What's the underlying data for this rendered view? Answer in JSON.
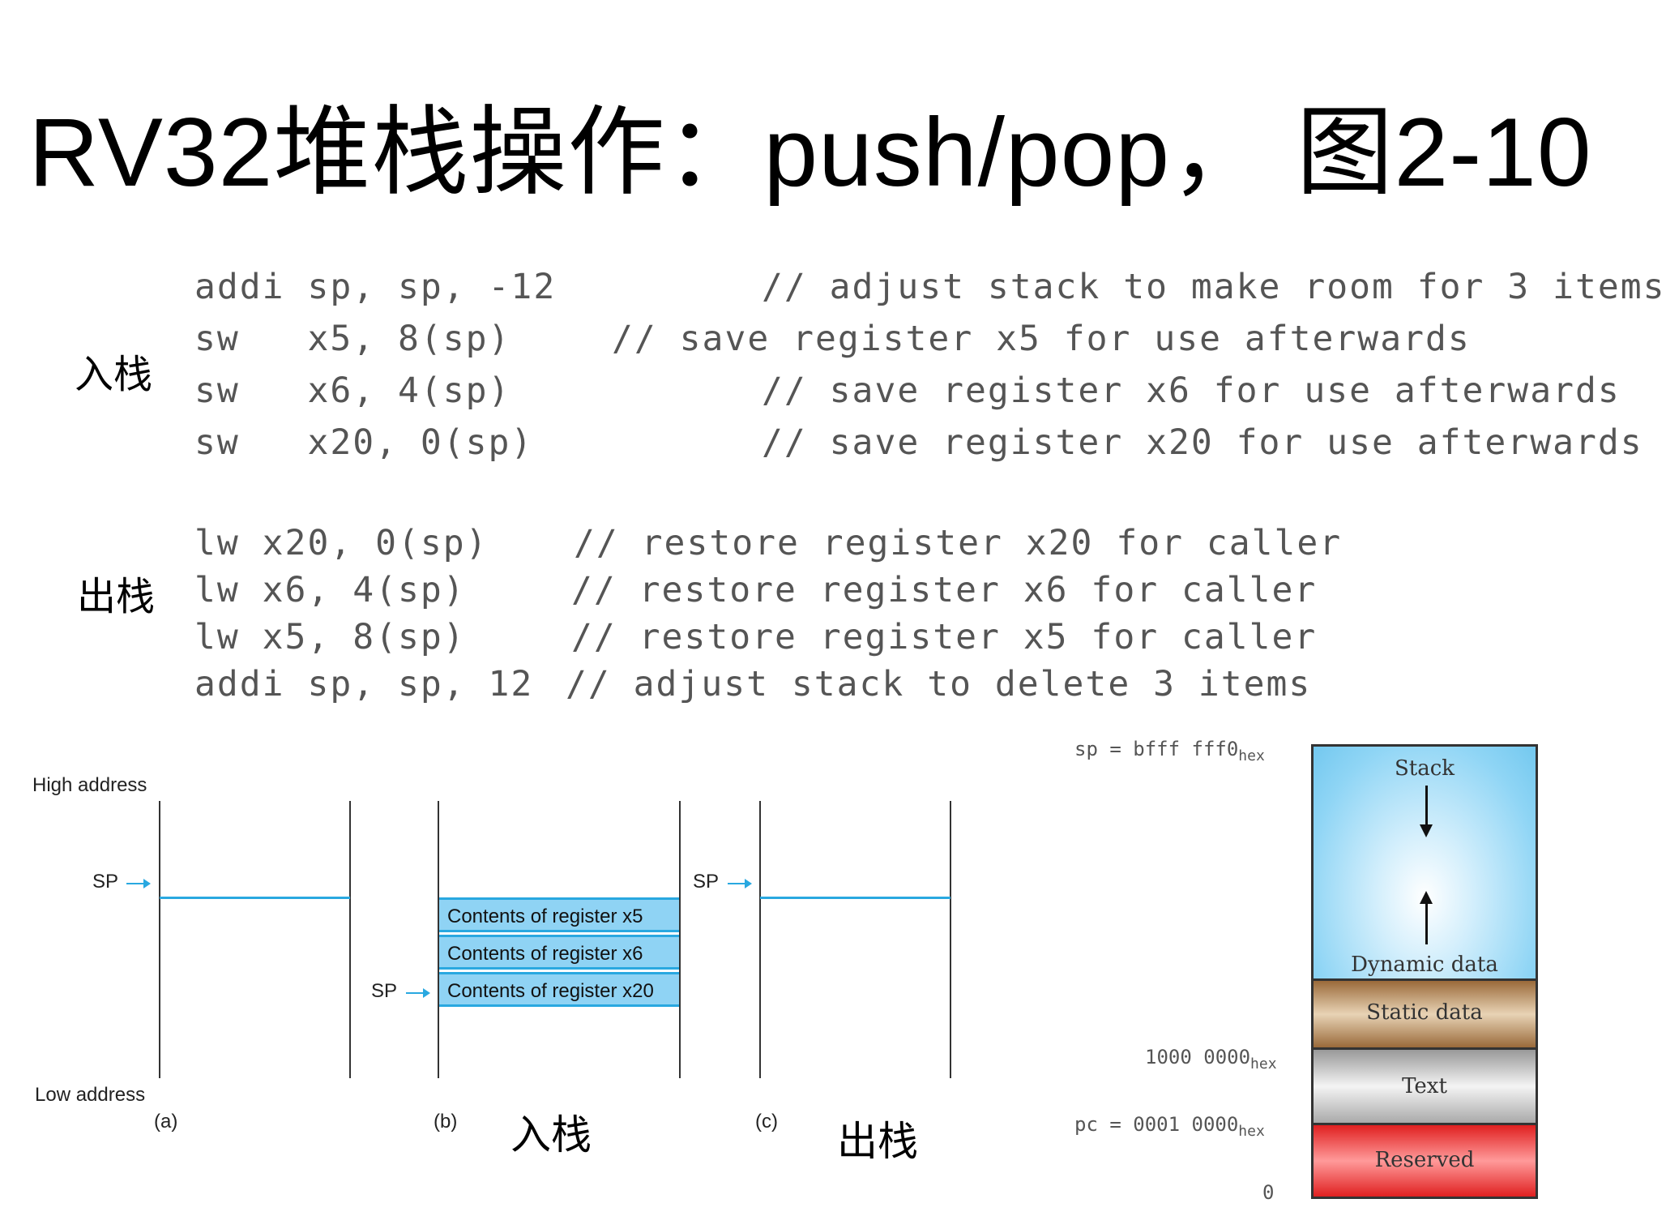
{
  "title": "RV32堆栈操作：push/pop， 图2-10",
  "push": {
    "label": "入栈",
    "lines": [
      {
        "code": "addi sp, sp, -12",
        "comment": "// adjust stack to make room for 3 items"
      },
      {
        "code": "sw   x5, 8(sp)",
        "comment": "// save register x5 for use afterwards"
      },
      {
        "code": "sw   x6, 4(sp)",
        "comment": "// save register x6 for use afterwards"
      },
      {
        "code": "sw   x20, 0(sp)",
        "comment": "// save register x20 for use afterwards"
      }
    ]
  },
  "pop": {
    "label": "出栈",
    "lines": [
      {
        "code": "lw x20, 0(sp)",
        "comment": "// restore register x20 for caller"
      },
      {
        "code": "lw x6, 4(sp)",
        "comment": "// restore register x6 for caller"
      },
      {
        "code": "lw x5, 8(sp)",
        "comment": "// restore register x5 for caller"
      },
      {
        "code": "addi sp, sp, 12",
        "comment": "// adjust stack to delete 3 items"
      }
    ]
  },
  "stack_diagram": {
    "high_address": "High address",
    "low_address": "Low address",
    "sp_label": "SP",
    "panel_a": "(a)",
    "panel_b": "(b)",
    "panel_c": "(c)",
    "registers": [
      "Contents of register x5",
      "Contents of register x6",
      "Contents of register x20"
    ],
    "caption_push": "入栈",
    "caption_pop": "出栈"
  },
  "memory_map": {
    "sp_addr": {
      "prefix": "sp = bfff fff0",
      "sub": "hex"
    },
    "data_addr": {
      "prefix": "1000 0000",
      "sub": "hex"
    },
    "pc_addr": {
      "prefix": "pc = 0001 0000",
      "sub": "hex"
    },
    "zero": "0",
    "segments": {
      "stack": "Stack",
      "dynamic": "Dynamic data",
      "static": "Static data",
      "text": "Text",
      "reserved": "Reserved"
    }
  }
}
